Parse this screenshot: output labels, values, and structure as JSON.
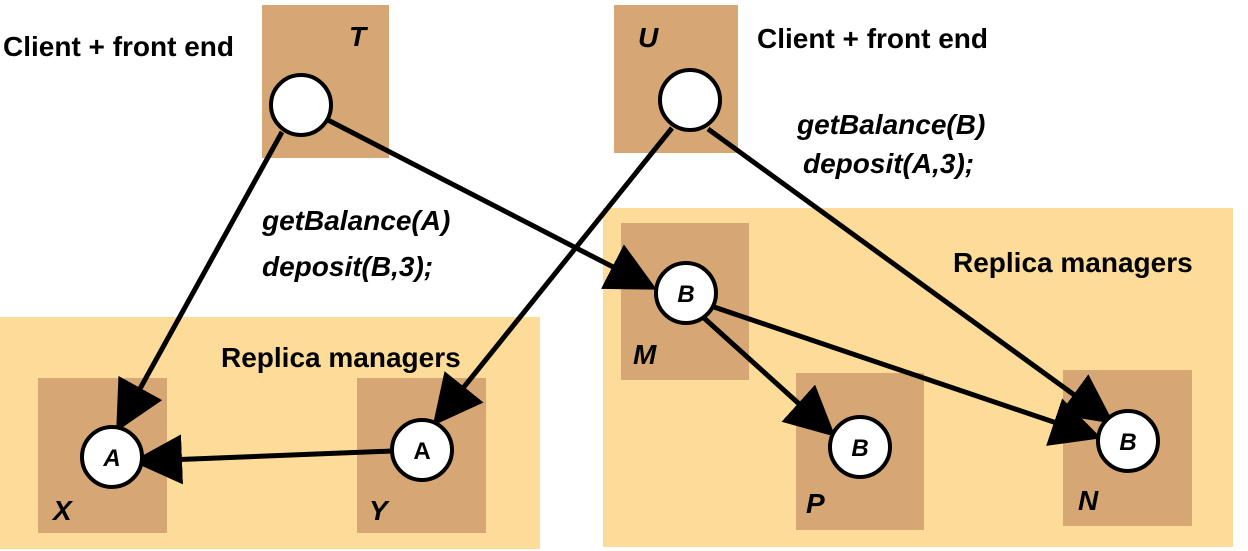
{
  "colors": {
    "group_bg": "#fddb99",
    "server_bg": "#d6a774",
    "node_fill": "#ffffff",
    "line": "#000000"
  },
  "clients": {
    "left": {
      "caption": "Client + front end",
      "name": "T"
    },
    "right": {
      "caption": "Client + front end",
      "name": "U"
    }
  },
  "operations": {
    "left": {
      "line1": "getBalance(A)",
      "line2": "deposit(B,3);"
    },
    "right": {
      "line1": "getBalance(B)",
      "line2": "deposit(A,3);"
    }
  },
  "groups": {
    "left": {
      "title": "Replica managers"
    },
    "right": {
      "title": "Replica managers"
    }
  },
  "replicas": {
    "X": {
      "name": "X",
      "object": "A"
    },
    "Y": {
      "name": "Y",
      "object": "A"
    },
    "M": {
      "name": "M",
      "object": "B"
    },
    "P": {
      "name": "P",
      "object": "B"
    },
    "N": {
      "name": "N",
      "object": "B"
    }
  },
  "edges": [
    {
      "from": "T",
      "to": "X"
    },
    {
      "from": "T",
      "to": "M"
    },
    {
      "from": "U",
      "to": "Y"
    },
    {
      "from": "U",
      "to": "N"
    },
    {
      "from": "Y",
      "to": "X"
    },
    {
      "from": "M",
      "to": "P"
    },
    {
      "from": "M",
      "to": "N"
    }
  ]
}
